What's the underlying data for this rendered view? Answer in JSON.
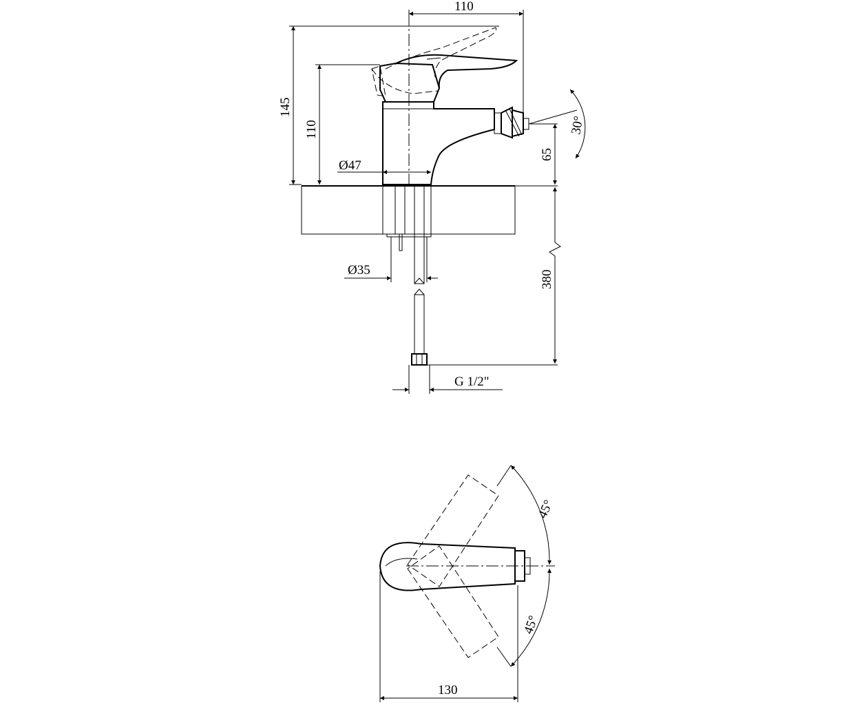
{
  "dimensions": {
    "top_width": "110",
    "total_height": "145",
    "spout_height": "110",
    "base_diameter": "Ø47",
    "nozzle_height": "65",
    "nozzle_angle": "30°",
    "hole_diameter": "Ø35",
    "hose_length": "380",
    "thread": "G 1/2\"",
    "lever_angle_top": "45°",
    "lever_angle_bottom": "45°",
    "plan_length": "130"
  }
}
